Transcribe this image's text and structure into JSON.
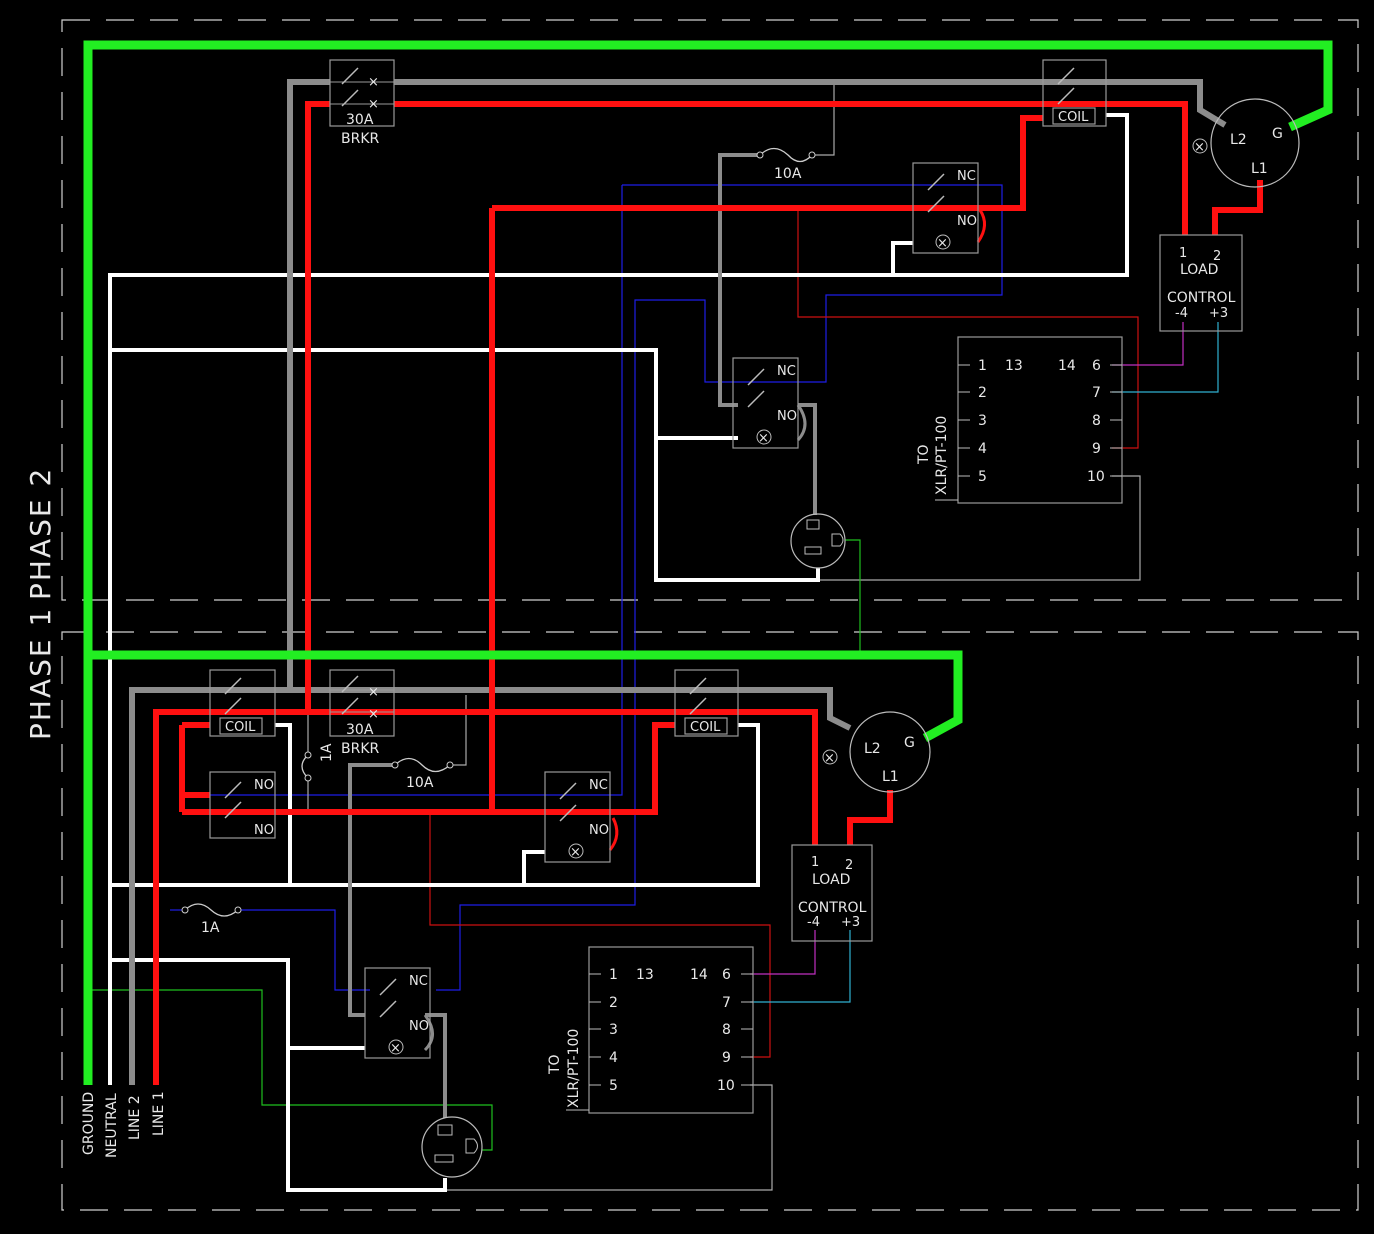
{
  "colors": {
    "background": "#000000",
    "ground": "#22ee22",
    "neutral": "#ffffff",
    "line2": "#8c8c8c",
    "line1": "#ff1010",
    "control_signal": "#1e1ee6",
    "thin_red": "#cc1010",
    "thin_green": "#1fbf1f",
    "magenta": "#c030c0",
    "cyan": "#30b0d0"
  },
  "zones": {
    "phase_2": "PHASE 2",
    "phase_1": "PHASE 1"
  },
  "buses": {
    "ground": "GROUND",
    "neutral": "NEUTRAL",
    "line2": "LINE 2",
    "line1": "LINE 1"
  },
  "components": {
    "breaker_rating": "30A",
    "breaker_label": "BRKR",
    "coil": "COIL",
    "fuse_10a": "10A",
    "fuse_1a": "1A",
    "nc": "NC",
    "no": "NO",
    "load_pins": [
      "1",
      "2"
    ],
    "load_label": "LOAD",
    "control_label": "CONTROL",
    "control_pins": [
      "-4",
      "+3"
    ],
    "outlet_terms": [
      "L2",
      "G",
      "L1"
    ]
  },
  "connector": {
    "to": "TO",
    "target": "XLR/PT-100",
    "left_pins": [
      "1",
      "2",
      "3",
      "4",
      "5"
    ],
    "top_mid": [
      "13",
      "14"
    ],
    "right_pins": [
      "6",
      "7",
      "8",
      "9",
      "10"
    ]
  }
}
